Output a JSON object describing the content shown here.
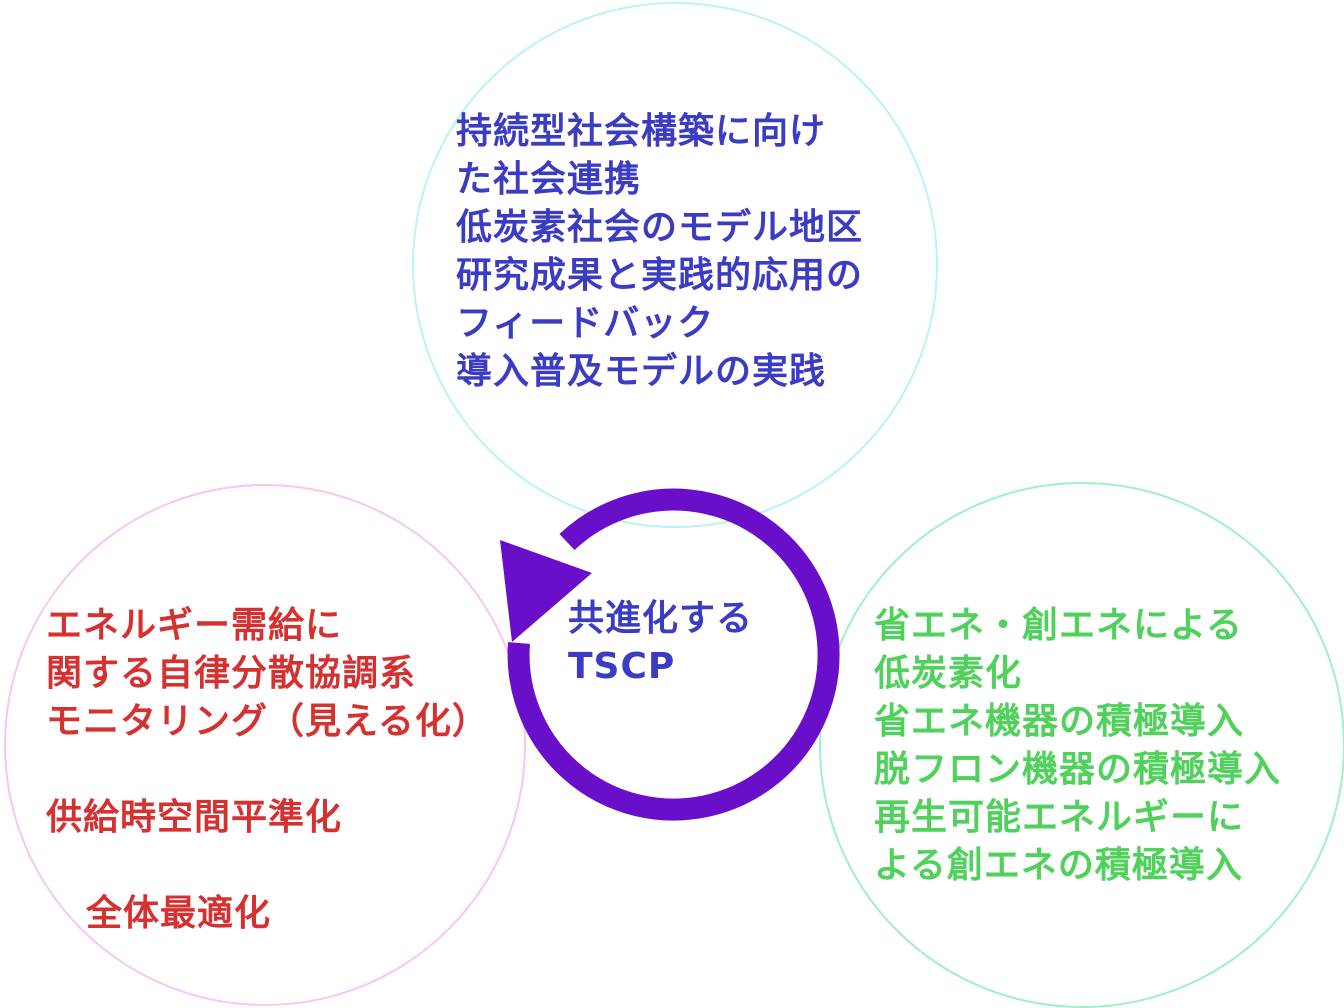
{
  "colors": {
    "top_circle": "#b9f2f7",
    "left_circle": "#f7c6f2",
    "right_circle": "#9ff0c8",
    "arrow": "#6a0fc9",
    "top_text": "#3b3bc4",
    "left_text": "#d63131",
    "right_text": "#4fd15b",
    "center_text": "#3b3bc4"
  },
  "top_circle": {
    "lines": [
      "持続型社会構築に向け",
      "た社会連携",
      "低炭素社会のモデル地区",
      "研究成果と実践的応用の",
      "フィードバック",
      "導入普及モデルの実践"
    ]
  },
  "left_circle": {
    "lines": [
      "エネルギー需給に",
      "関する自律分散協調系",
      "モニタリング（見える化）"
    ],
    "line_4": "供給時空間平準化",
    "line_5": "全体最適化"
  },
  "right_circle": {
    "lines": [
      "省エネ・創エネによる",
      "低炭素化",
      "省エネ機器の積極導入",
      "脱フロン機器の積極導入",
      "再生可能エネルギーに",
      "よる創エネの積極導入"
    ]
  },
  "center": {
    "line_1": "共進化する",
    "line_2": "TSCP"
  }
}
